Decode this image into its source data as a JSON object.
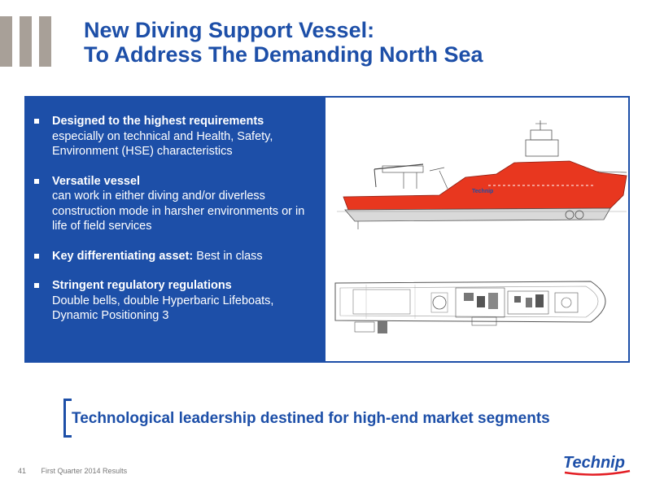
{
  "title": {
    "line1": "New Diving Support Vessel:",
    "line2": "To Address The Demanding North Sea"
  },
  "bullets": [
    {
      "head": "Designed to the highest requirements",
      "rest": "especially on technical and Health, Safety, Environment (HSE) characteristics",
      "inline": false
    },
    {
      "head": "Versatile vessel",
      "rest": "can work in either diving and/or diverless construction mode in harsher environments or in life of field services",
      "inline": false
    },
    {
      "head": "Key differentiating asset:",
      "rest": " Best in class",
      "inline": true
    },
    {
      "head": "Stringent regulatory regulations",
      "rest": "Double bells, double Hyperbaric Lifeboats, Dynamic Positioning 3",
      "inline": false
    }
  ],
  "tagline": "Technological leadership destined for high-end market segments",
  "footer": {
    "page": "41",
    "text": "First Quarter 2014 Results"
  },
  "logo": {
    "text": "Technip",
    "hull_label": "Technip",
    "color": "#1d4fa8",
    "accent": "#e31e24"
  },
  "colors": {
    "brand_blue": "#1d4fa8",
    "deco_grey": "#a8a098",
    "hull_red": "#e8371f"
  }
}
